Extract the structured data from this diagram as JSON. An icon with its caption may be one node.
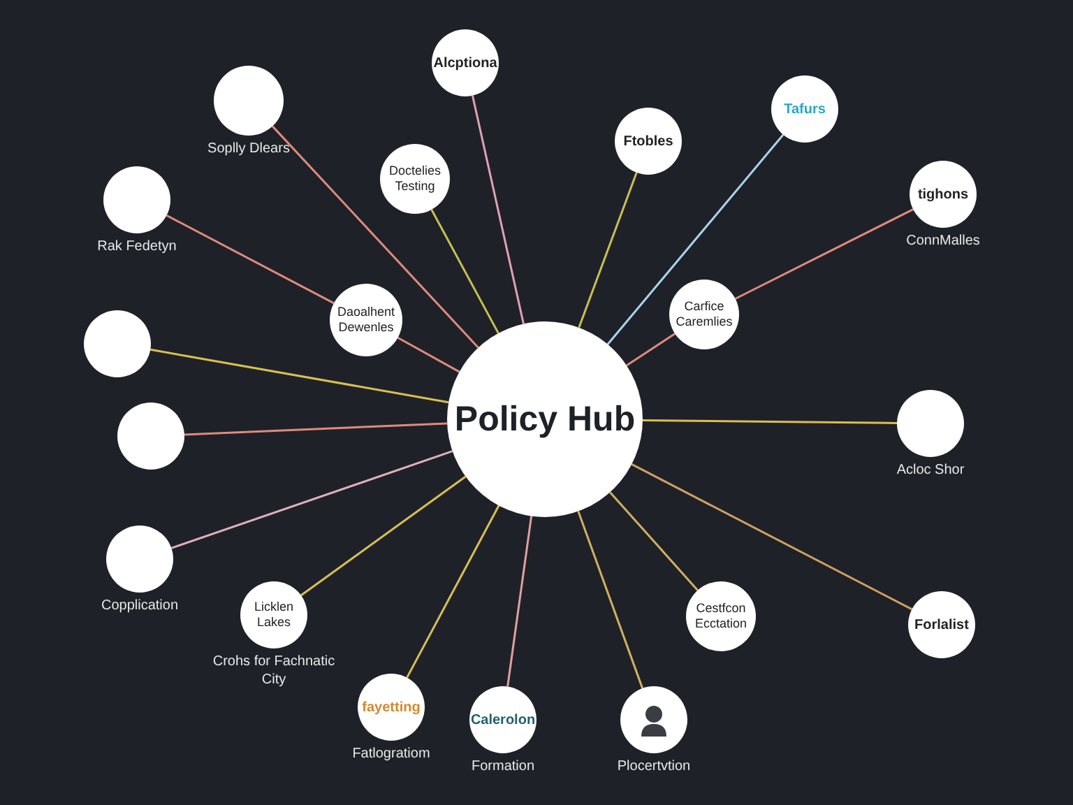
{
  "diagram": {
    "nodes": [
      {
        "text": [
          "Policy Hub"
        ]
      },
      {
        "text": [
          "Alcptiona"
        ]
      },
      {
        "text": [],
        "shape": "circle",
        "beside": [
          "Soplly Dlears"
        ]
      },
      {
        "text": [
          "Doctelies Testing"
        ]
      },
      {
        "text": [
          "Ftobles"
        ]
      },
      {
        "text": [
          "Tafurs"
        ]
      },
      {
        "text": [],
        "shape": "circle",
        "beside": [
          "Rak Fedetyn"
        ]
      },
      {
        "text": [
          "tighons"
        ],
        "beside": [
          "ConnMalles"
        ]
      },
      {
        "text": [
          "Daoalhent Dewenles"
        ]
      },
      {
        "text": [
          "Carfice Caremlies"
        ]
      },
      {
        "text": [],
        "shape": "circle"
      },
      {
        "text": [],
        "shape": "circle"
      },
      {
        "text": [],
        "shape": "circle",
        "beside": [
          "Acloc Shor"
        ]
      },
      {
        "text": [],
        "shape": "circle",
        "beside": [
          "Copplication"
        ]
      },
      {
        "text": [
          "Licklen Lakes"
        ],
        "beside": [
          "Crohs for Fachnatic City"
        ]
      },
      {
        "text": [
          "Cestfcon Ecctation"
        ]
      },
      {
        "text": [
          "Forlalist"
        ]
      },
      {
        "text": [
          "fayetting"
        ],
        "beside": [
          "Fatlogratiom"
        ]
      },
      {
        "text": [
          "Calerolon"
        ],
        "beside": [
          "Formation"
        ]
      },
      {
        "text": [],
        "shape": "person",
        "beside": [
          "Plocertvtion"
        ]
      }
    ],
    "edges": [
      {
        "from": 0,
        "to": 1,
        "arrow": "none",
        "color": "#e0a0b4"
      },
      {
        "from": 0,
        "to": 2,
        "arrow": "none",
        "color": "#e08a7c"
      },
      {
        "from": 0,
        "to": 3,
        "arrow": "none",
        "color": "#c8c050"
      },
      {
        "from": 0,
        "to": 4,
        "arrow": "none",
        "color": "#c8c050"
      },
      {
        "from": 0,
        "to": 5,
        "arrow": "none",
        "color": "#a8d4ec"
      },
      {
        "from": 8,
        "to": 6,
        "arrow": "none",
        "color": "#e08a7c"
      },
      {
        "from": 0,
        "to": 8,
        "arrow": "none",
        "color": "#e08a7c"
      },
      {
        "from": 9,
        "to": 7,
        "arrow": "none",
        "color": "#e08a7c"
      },
      {
        "from": 0,
        "to": 9,
        "arrow": "none",
        "color": "#e08a7c"
      },
      {
        "from": 0,
        "to": 10,
        "arrow": "none",
        "color": "#d8c050"
      },
      {
        "from": 0,
        "to": 11,
        "arrow": "none",
        "color": "#e08a7c"
      },
      {
        "from": 0,
        "to": 12,
        "arrow": "none",
        "color": "#d8c050"
      },
      {
        "from": 0,
        "to": 13,
        "arrow": "none",
        "color": "#e0b0b8"
      },
      {
        "from": 0,
        "to": 14,
        "arrow": "none",
        "color": "#d8c050"
      },
      {
        "from": 0,
        "to": 15,
        "arrow": "none",
        "color": "#d0b060"
      },
      {
        "from": 0,
        "to": 16,
        "arrow": "none",
        "color": "#d0a060"
      },
      {
        "from": 0,
        "to": 17,
        "arrow": "none",
        "color": "#d8c050"
      },
      {
        "from": 0,
        "to": 18,
        "arrow": "none",
        "color": "#e0a0a0"
      },
      {
        "from": 0,
        "to": 19,
        "arrow": "none",
        "color": "#d0b060"
      }
    ]
  }
}
